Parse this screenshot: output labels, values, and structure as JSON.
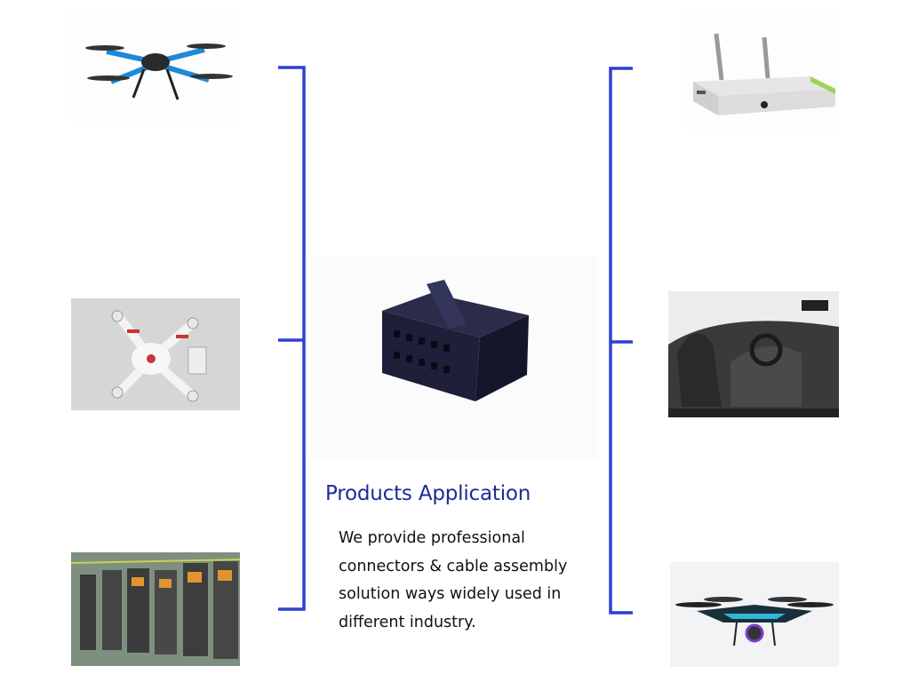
{
  "title": "Products Application",
  "description_lines": [
    "We provide professional",
    "connectors & cable assembly",
    "solution ways widely used in",
    "different industry."
  ],
  "images": {
    "left": [
      "quadcopter-drone-blue",
      "white-drone",
      "industrial-control-panels"
    ],
    "right": [
      "tv-box-router",
      "car-interior",
      "camera-drone-dark"
    ],
    "center": "black-connector"
  },
  "colors": {
    "title": "#1d2b97",
    "bracket": "#2f3fd0",
    "text": "#111111"
  }
}
